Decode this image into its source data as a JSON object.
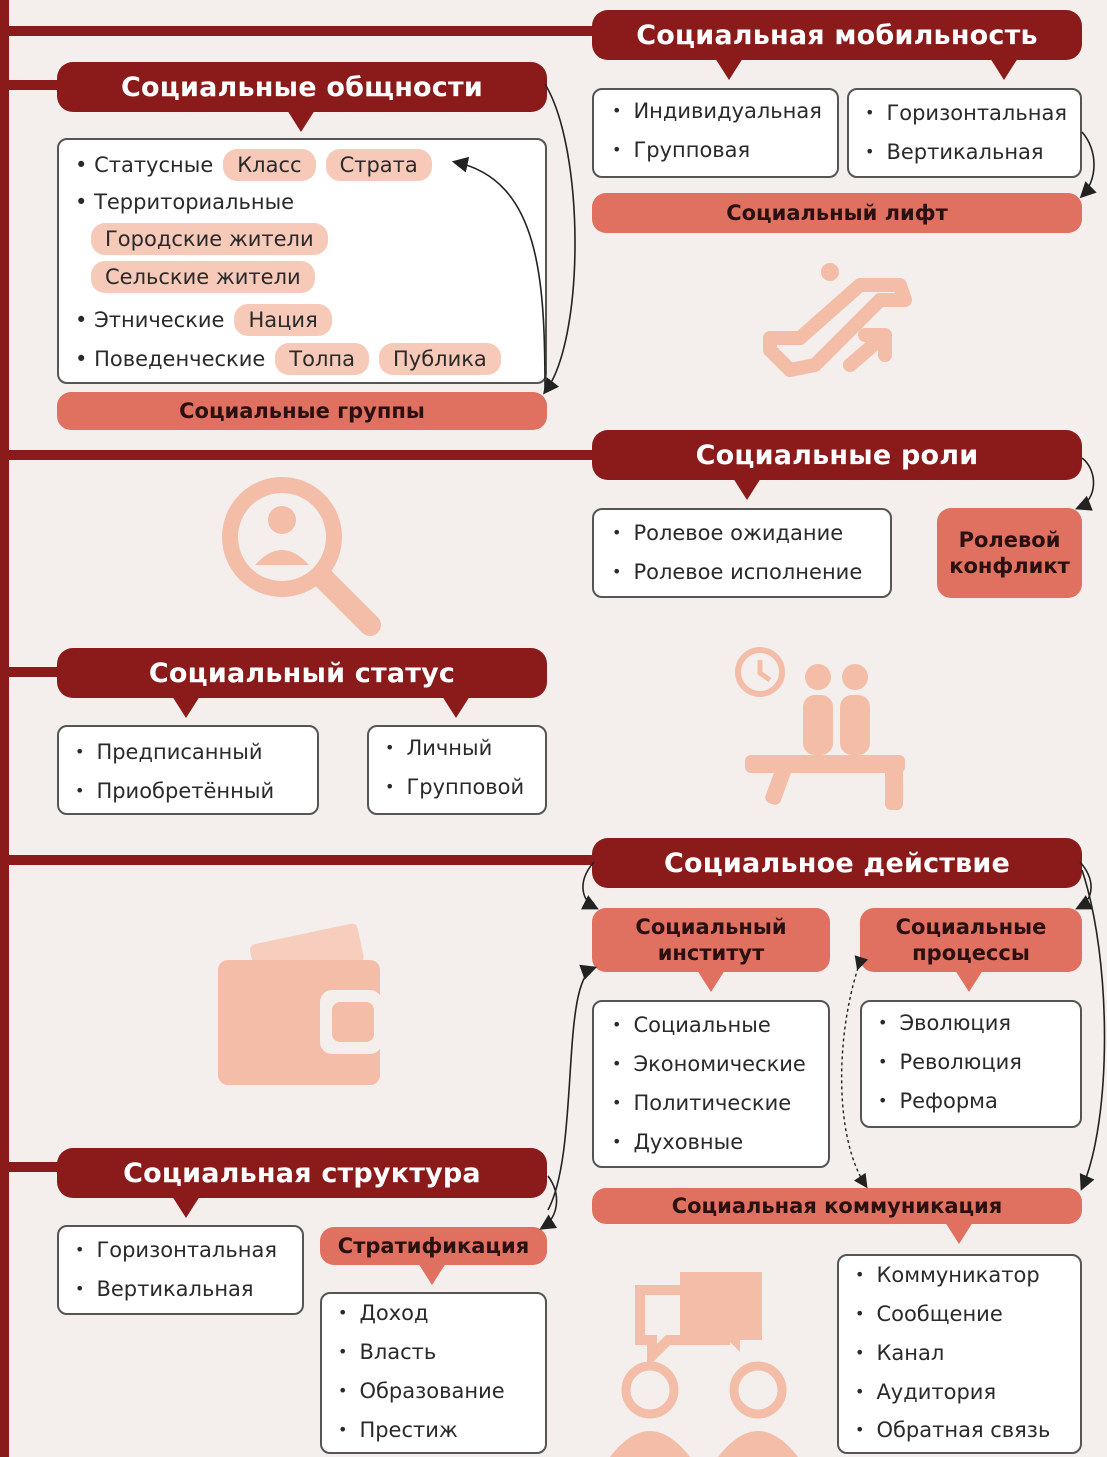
{
  "colors": {
    "dark": "#8b1a1a",
    "salmon": "#e07060",
    "chip": "#f6c9b8",
    "background": "#f4efec"
  },
  "mobility": {
    "title": "Социальная мобильность",
    "left": [
      "Индивидуальная",
      "Групповая"
    ],
    "right": [
      "Горизонтальная",
      "Вертикальная"
    ],
    "lift": "Социальный лифт"
  },
  "communities": {
    "title": "Социальные общности",
    "statusnye": "Статусные",
    "klass": "Класс",
    "strata": "Страта",
    "territ": "Территориальные",
    "gorod": "Городские жители",
    "selsk": "Сельские жители",
    "etnich": "Этнические",
    "nacia": "Нация",
    "povedench": "Поведенческие",
    "tolpa": "Толпа",
    "publika": "Публика",
    "groups": "Социальные группы"
  },
  "roles": {
    "title": "Социальные роли",
    "items": [
      "Ролевое ожидание",
      "Ролевое исполнение"
    ],
    "conflict_line1": "Ролевой",
    "conflict_line2": "конфликт"
  },
  "status": {
    "title": "Социальный статус",
    "left": [
      "Предписанный",
      "Приобретённый"
    ],
    "right": [
      "Личный",
      "Групповой"
    ]
  },
  "action": {
    "title": "Социальное действие",
    "institute_line1": "Социальный",
    "institute_line2": "институт",
    "institute_items": [
      "Социальные",
      "Экономические",
      "Политические",
      "Духовные"
    ],
    "processes_line1": "Социальные",
    "processes_line2": "процессы",
    "processes_items": [
      "Эволюция",
      "Революция",
      "Реформа"
    ],
    "communication": "Социальная коммуникация",
    "communication_items": [
      "Коммуникатор",
      "Сообщение",
      "Канал",
      "Аудитория",
      "Обратная связь"
    ]
  },
  "structure": {
    "title": "Социальная структура",
    "items": [
      "Горизонтальная",
      "Вертикальная"
    ],
    "stratification": "Стратификация",
    "strat_items": [
      "Доход",
      "Власть",
      "Образование",
      "Престиж"
    ]
  },
  "icons": [
    "escalator-icon",
    "search-person-icon",
    "waiting-people-icon",
    "wallet-icon",
    "chat-people-icon"
  ]
}
